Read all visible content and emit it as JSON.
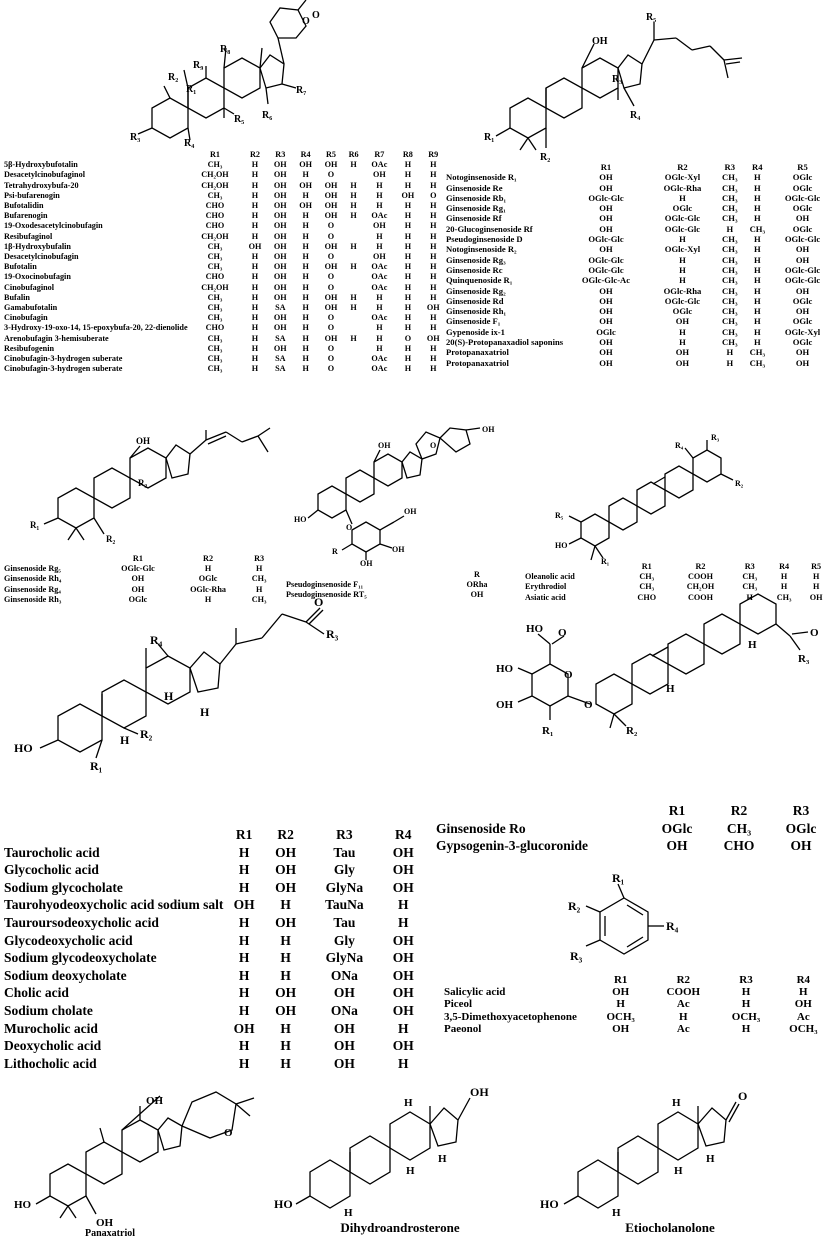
{
  "bufadienolides": {
    "labels": {
      "R1": "R₁",
      "R2": "R₂",
      "R3": "R₃",
      "R4": "R₄",
      "R5": "R₅",
      "R6": "R₆",
      "R7": "R₇",
      "R8": "R₈",
      "R9": "R₉",
      "O1": "O",
      "O2": "O"
    },
    "headers": [
      "R1",
      "R2",
      "R3",
      "R4",
      "R5",
      "R6",
      "R7",
      "R8",
      "R9"
    ],
    "rows": [
      [
        "5β-Hydroxybufotalin",
        "CH₃",
        "H",
        "OH",
        "OH",
        "OH",
        "H",
        "OAc",
        "H",
        "H"
      ],
      [
        "Desacetylcinobufaginol",
        "CH₂OH",
        "H",
        "OH",
        "H",
        "O",
        "",
        "OH",
        "H",
        "H"
      ],
      [
        "Tetrahydroxybufa-20",
        "CH₂OH",
        "H",
        "OH",
        "OH",
        "OH",
        "H",
        "H",
        "H",
        "H"
      ],
      [
        "Psi-bufarenogin",
        "CH₃",
        "H",
        "OH",
        "H",
        "OH",
        "H",
        "H",
        "OH",
        "O"
      ],
      [
        "Bufotalidin",
        "CHO",
        "H",
        "OH",
        "OH",
        "OH",
        "H",
        "H",
        "H",
        "H"
      ],
      [
        "Bufarenogin",
        "CHO",
        "H",
        "OH",
        "H",
        "OH",
        "H",
        "OAc",
        "H",
        "H"
      ],
      [
        "19-Oxodesacetylcinobufagin",
        "CHO",
        "H",
        "OH",
        "H",
        "O",
        "",
        "OH",
        "H",
        "H"
      ],
      [
        "Resibufaginol",
        "CH₂OH",
        "H",
        "OH",
        "H",
        "O",
        "",
        "H",
        "H",
        "H"
      ],
      [
        "1β-Hydroxybufalin",
        "CH₃",
        "OH",
        "OH",
        "H",
        "OH",
        "H",
        "H",
        "H",
        "H"
      ],
      [
        "Desacetylcinobufagin",
        "CH₃",
        "H",
        "OH",
        "H",
        "O",
        "",
        "OH",
        "H",
        "H"
      ],
      [
        "Bufotalin",
        "CH₃",
        "H",
        "OH",
        "H",
        "OH",
        "H",
        "OAc",
        "H",
        "H"
      ],
      [
        "19-Oxocinobufagin",
        "CHO",
        "H",
        "OH",
        "H",
        "O",
        "",
        "OAc",
        "H",
        "H"
      ],
      [
        "Cinobufaginol",
        "CH₂OH",
        "H",
        "OH",
        "H",
        "O",
        "",
        "OAc",
        "H",
        "H"
      ],
      [
        "Bufalin",
        "CH₃",
        "H",
        "OH",
        "H",
        "OH",
        "H",
        "H",
        "H",
        "H"
      ],
      [
        "Gamabufotalin",
        "CH₃",
        "H",
        "SA",
        "H",
        "OH",
        "H",
        "H",
        "H",
        "OH"
      ],
      [
        "Cinobufagin",
        "CH₃",
        "H",
        "OH",
        "H",
        "O",
        "",
        "OAc",
        "H",
        "H"
      ],
      [
        "3-Hydroxy-19-oxo-14, 15-epoxybufa-20, 22-dienolide",
        "CHO",
        "H",
        "OH",
        "H",
        "O",
        "",
        "H",
        "H",
        "H"
      ],
      [
        "Arenobufagin 3-hemisuberate",
        "CH₃",
        "H",
        "SA",
        "H",
        "OH",
        "H",
        "H",
        "O",
        "OH"
      ],
      [
        "Resibufogenin",
        "CH₃",
        "H",
        "OH",
        "H",
        "O",
        "",
        "H",
        "H",
        "H"
      ],
      [
        "Cinobufagin-3-hydrogen suberate",
        "CH₃",
        "H",
        "SA",
        "H",
        "O",
        "",
        "OAc",
        "H",
        "H"
      ],
      [
        "Cinobufagin-3-hydrogen suberate",
        "CH₃",
        "H",
        "SA",
        "H",
        "O",
        "",
        "OAc",
        "H",
        "H"
      ]
    ]
  },
  "ginsenosides_ppd": {
    "labels": {
      "R1": "R₁",
      "R2": "R₂",
      "R3": "R₃",
      "R4": "R₄",
      "R5": "R₅",
      "OH": "OH"
    },
    "headers": [
      "R1",
      "R2",
      "R3",
      "R4",
      "R5"
    ],
    "rows": [
      [
        "Notoginsenoside R₁",
        "OH",
        "OGlc-Xyl",
        "CH₃",
        "H",
        "OGlc"
      ],
      [
        "Ginsenoside Re",
        "OH",
        "OGlc-Rha",
        "CH₃",
        "H",
        "OGlc"
      ],
      [
        "Ginsenoside Rb₁",
        "OGlc-Glc",
        "H",
        "CH₃",
        "H",
        "OGlc-Glc"
      ],
      [
        "Ginsenoside Rg₁",
        "OH",
        "OGlc",
        "CH₃",
        "H",
        "OGlc"
      ],
      [
        "Ginsenoside Rf",
        "OH",
        "OGlc-Glc",
        "CH₃",
        "H",
        "OH"
      ],
      [
        "20-Glucoginsenoside Rf",
        "OH",
        "OGlc-Glc",
        "H",
        "CH₃",
        "OGlc"
      ],
      [
        "Pseudoginsenoside D",
        "OGlc-Glc",
        "H",
        "CH₃",
        "H",
        "OGlc-Glc"
      ],
      [
        "Notoginsenoside R₂",
        "OH",
        "OGlc-Xyl",
        "CH₃",
        "H",
        "OH"
      ],
      [
        "Ginsenoside Rg₃",
        "OGlc-Glc",
        "H",
        "CH₃",
        "H",
        "OH"
      ],
      [
        "Ginsenoside Rc",
        "OGlc-Glc",
        "H",
        "CH₃",
        "H",
        "OGlc-Glc"
      ],
      [
        "Quinquenoside R₁",
        "OGlc-Glc-Ac",
        "H",
        "CH₃",
        "H",
        "OGlc-Glc"
      ],
      [
        "Ginsenoside Rg₂",
        "OH",
        "OGlc-Rha",
        "CH₃",
        "H",
        "OH"
      ],
      [
        "Ginsenoside Rd",
        "OH",
        "OGlc-Glc",
        "CH₃",
        "H",
        "OGlc"
      ],
      [
        "Ginsenoside Rh₁",
        "OH",
        "OGlc",
        "CH₃",
        "H",
        "OH"
      ],
      [
        "Ginsenoside F₁",
        "OH",
        "OH",
        "CH₃",
        "H",
        "OGlc"
      ],
      [
        "Gypenoside ix-1",
        "OGlc",
        "H",
        "CH₃",
        "H",
        "OGlc-Xyl"
      ],
      [
        "20(S)-Protopanaxadiol saponins",
        "OH",
        "H",
        "CH₃",
        "H",
        "OGlc"
      ],
      [
        "Protopanaxatriol",
        "OH",
        "OH",
        "H",
        "CH₃",
        "OH"
      ],
      [
        "Protopanaxatriol",
        "OH",
        "OH",
        "H",
        "CH₃",
        "OH"
      ]
    ]
  },
  "ginsenosides_rg5": {
    "labels": {
      "R1": "R₁",
      "R2": "R₂",
      "R3": "R₃",
      "OH": "OH"
    },
    "headers": [
      "R1",
      "R2",
      "R3"
    ],
    "rows": [
      [
        "Ginsenoside Rg₅",
        "OGlc-Glc",
        "H",
        "H"
      ],
      [
        "Ginsenoside Rh₄",
        "OH",
        "OGlc",
        "CH₃"
      ],
      [
        "Ginsenoside Rg₄",
        "OH",
        "OGlc-Rha",
        "H"
      ],
      [
        "Ginsenoside Rh₃",
        "OGlc",
        "H",
        "CH₃"
      ]
    ]
  },
  "pseudoginsenosides": {
    "labels": {
      "OH1": "OH",
      "OH2": "OH",
      "OH3": "OH",
      "OH4": "OH",
      "OH5": "OH",
      "O1": "O",
      "O2": "O",
      "R": "R",
      "HO": "HO"
    },
    "headers": [
      "R"
    ],
    "rows": [
      [
        "Pseudoginsenoside F₁₁",
        "ORha"
      ],
      [
        "Pseudoginsenoside RT₅",
        "OH"
      ]
    ]
  },
  "triterpenes": {
    "labels": {
      "R1": "R₁",
      "R2": "R₂",
      "R3": "R₃",
      "R4": "R₄",
      "R5": "R₅",
      "HO": "HO"
    },
    "headers": [
      "R1",
      "R2",
      "R3",
      "R4",
      "R5"
    ],
    "rows": [
      [
        "Oleanolic acid",
        "CH₃",
        "COOH",
        "CH₃",
        "H",
        "H"
      ],
      [
        "Erythrodiol",
        "CH₃",
        "CH₂OH",
        "CH₃",
        "H",
        "H"
      ],
      [
        "Asiatic acid",
        "CHO",
        "COOH",
        "H",
        "CH₃",
        "OH"
      ]
    ]
  },
  "bile_acids": {
    "labels": {
      "R1": "R₁",
      "R2": "R₂",
      "R3": "R₃",
      "R4": "R₄",
      "O": "O",
      "HO": "HO",
      "H1": "H",
      "H2": "H",
      "H3": "H"
    },
    "headers": [
      "R1",
      "R2",
      "R3",
      "R4"
    ],
    "rows": [
      [
        "Taurocholic acid",
        "H",
        "OH",
        "Tau",
        "OH"
      ],
      [
        "Glycocholic acid",
        "H",
        "OH",
        "Gly",
        "OH"
      ],
      [
        "Sodium glycocholate",
        "H",
        "OH",
        "GlyNa",
        "OH"
      ],
      [
        "Taurohyodeoxycholic acid sodium salt",
        "OH",
        "H",
        "TauNa",
        "H"
      ],
      [
        "Tauroursodeoxycholic acid",
        "H",
        "OH",
        "Tau",
        "H"
      ],
      [
        "Glycodeoxycholic acid",
        "H",
        "H",
        "Gly",
        "OH"
      ],
      [
        "Sodium glycodeoxycholate",
        "H",
        "H",
        "GlyNa",
        "OH"
      ],
      [
        "Sodium deoxycholate",
        "H",
        "H",
        "ONa",
        "OH"
      ],
      [
        "Cholic acid",
        "H",
        "OH",
        "OH",
        "OH"
      ],
      [
        "Sodium cholate",
        "H",
        "OH",
        "ONa",
        "OH"
      ],
      [
        "Murocholic acid",
        "OH",
        "H",
        "OH",
        "H"
      ],
      [
        "Deoxycholic acid",
        "H",
        "H",
        "OH",
        "OH"
      ],
      [
        "Lithocholic acid",
        "H",
        "H",
        "OH",
        "H"
      ]
    ]
  },
  "glucuronides": {
    "labels": {
      "R1": "R₁",
      "R2": "R₂",
      "R3": "R₃",
      "HO1": "HO",
      "HO2": "HO",
      "OH": "OH",
      "O1": "O",
      "O2": "O",
      "O3": "O",
      "O4": "O",
      "H1": "H",
      "H2": "H"
    },
    "headers": [
      "R1",
      "R2",
      "R3"
    ],
    "rows": [
      [
        "Ginsenoside Ro",
        "OGlc",
        "CH₃",
        "OGlc"
      ],
      [
        "Gypsogenin-3-glucoronide",
        "OH",
        "CHO",
        "OH"
      ]
    ]
  },
  "phenolics": {
    "labels": {
      "R1": "R₁",
      "R2": "R₂",
      "R3": "R₃",
      "R4": "R₄"
    },
    "headers": [
      "R1",
      "R2",
      "R3",
      "R4"
    ],
    "rows": [
      [
        "Salicylic acid",
        "OH",
        "COOH",
        "H",
        "H"
      ],
      [
        "Piceol",
        "H",
        "Ac",
        "H",
        "OH"
      ],
      [
        "3,5-Dimethoxyacetophenone",
        "OCH₃",
        "H",
        "OCH₃",
        "Ac"
      ],
      [
        "Paeonol",
        "OH",
        "Ac",
        "H",
        "OCH₃"
      ]
    ]
  },
  "singles": {
    "panaxatriol": {
      "name": "Panaxatriol",
      "OH1": "OH",
      "OH2": "OH",
      "HO": "HO",
      "O": "O"
    },
    "dihydroandrosterone": {
      "name": "Dihydroandrosterone",
      "OH": "OH",
      "HO": "HO",
      "H1": "H",
      "H2": "H",
      "H3": "H",
      "H4": "H"
    },
    "etiocholanolone": {
      "name": "Etiocholanolone",
      "O": "O",
      "HO": "HO",
      "H1": "H",
      "H2": "H",
      "H3": "H",
      "H4": "H"
    }
  }
}
